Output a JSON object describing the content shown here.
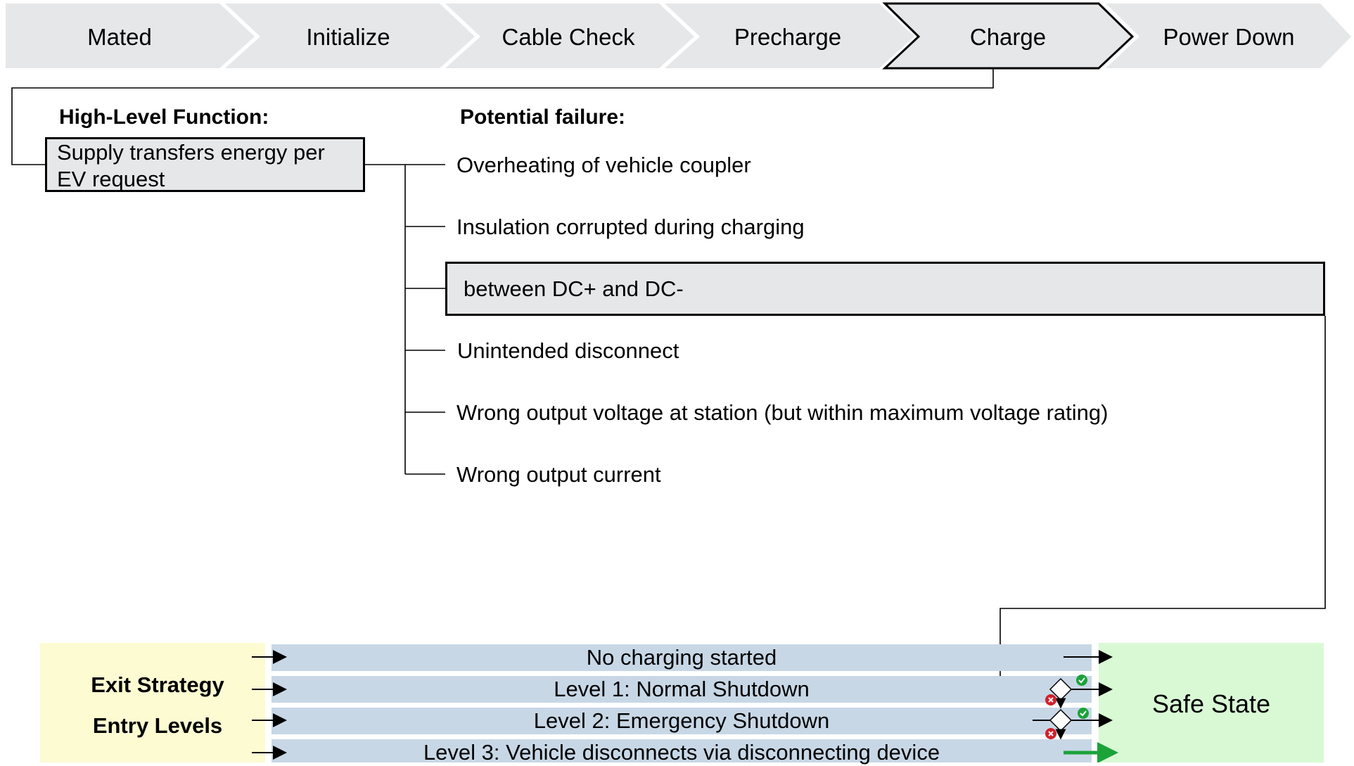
{
  "stages": [
    {
      "label": "Mated",
      "active": false
    },
    {
      "label": "Initialize",
      "active": false
    },
    {
      "label": "Cable Check",
      "active": false
    },
    {
      "label": "Precharge",
      "active": false
    },
    {
      "label": "Charge",
      "active": true
    },
    {
      "label": "Power Down",
      "active": false
    }
  ],
  "high_level_function": {
    "heading": "High-Level Function:",
    "text_line1": "Supply transfers energy per",
    "text_line2": "EV request"
  },
  "potential_failure": {
    "heading": "Potential failure:",
    "items": [
      {
        "label": "Overheating of vehicle coupler",
        "highlighted": false
      },
      {
        "label": "Insulation corrupted during charging",
        "highlighted": false
      },
      {
        "label": "between DC+ and DC-",
        "highlighted": true
      },
      {
        "label": "Unintended disconnect",
        "highlighted": false
      },
      {
        "label": "Wrong output voltage at station (but within maximum voltage rating)",
        "highlighted": false
      },
      {
        "label": "Wrong output current",
        "highlighted": false
      }
    ]
  },
  "exit_strategy": {
    "label_exit": "Exit Strategy",
    "label_entry": "Entry Levels",
    "levels": [
      "No charging started",
      "Level 1: Normal Shutdown",
      "Level 2: Emergency Shutdown",
      "Level 3: Vehicle disconnects via disconnecting device"
    ],
    "safe_state": "Safe State"
  },
  "colors": {
    "chevron_fill": "#e6e7e9",
    "band_fill": "#c8d7e6",
    "entry_panel": "#fdfbd2",
    "safe_panel": "#d9f9d5",
    "success_green": "#1ba33a",
    "fail_red": "#d0202b"
  }
}
